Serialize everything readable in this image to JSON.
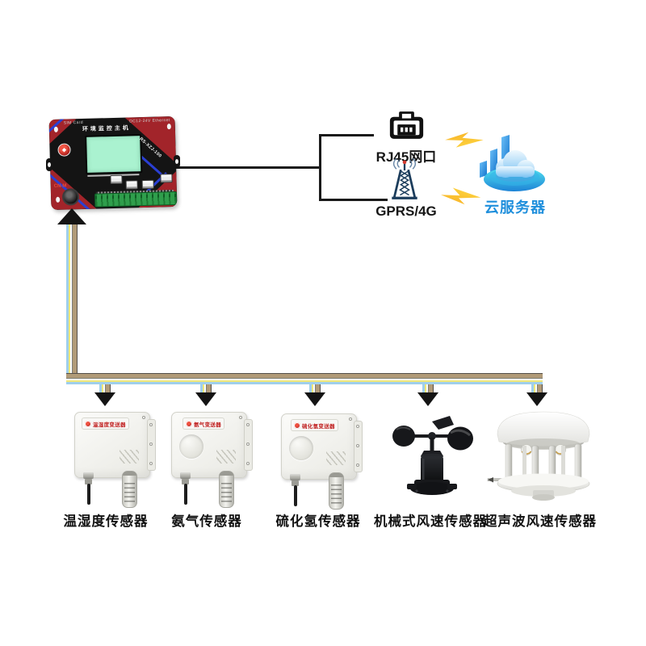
{
  "controller": {
    "name": "环境监控主机",
    "model": "RS-XZJ-100",
    "cn_label": "CN-M",
    "sim_text": "SIM Card",
    "spec_text": "DC12-24V Ethernet"
  },
  "network": {
    "rj45_label": "RJ45网口",
    "gprs_label": "GPRS/4G",
    "cloud_label": "云服务器"
  },
  "sensors": [
    {
      "caption": "温湿度传感器",
      "device_label": "温湿度变送器"
    },
    {
      "caption": "氨气传感器",
      "device_label": "氨气变送器"
    },
    {
      "caption": "硫化氢传感器",
      "device_label": "硫化氢变送器"
    },
    {
      "caption": "机械式风速传感器"
    },
    {
      "caption": "超声波风速传感器"
    }
  ],
  "colors": {
    "device_red": "#a2242a",
    "screen_green": "#aaf2d0",
    "terminal_green": "#27903f",
    "stripe_blue": "#2a3fd4",
    "cloud_label_blue": "#1f8fdc",
    "bolt_yellow": "#ffe24a",
    "bolt_orange": "#f6a81f",
    "wire_blue": "#9fcfec",
    "wire_yellow": "#f0e87a",
    "wire_tan": "#b19b78",
    "line_black": "#1a1a1a"
  }
}
